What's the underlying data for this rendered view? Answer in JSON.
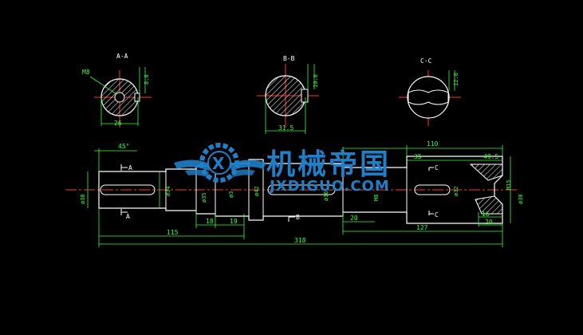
{
  "sections": {
    "aa": {
      "title": "A-A",
      "thread": "M8",
      "width_dim": "26",
      "key_dim": "8.0"
    },
    "bb": {
      "title": "B-B",
      "width_dim": "31.5",
      "key_dim": "10.0"
    },
    "cc": {
      "title": "C-C",
      "key_dim": "12.0"
    }
  },
  "shaft": {
    "chamfer": "45°",
    "left_dims": {
      "d30": "ø30",
      "d34": "ø34",
      "d35": "ø35",
      "d3x": "ø3",
      "d42": "ø42",
      "d36": "ø36"
    },
    "right_dims": {
      "m8": "M8",
      "d32": "ø32",
      "d30": "ø30",
      "m15": "M15"
    },
    "len_18": "18",
    "len_19": "19",
    "len_115": "115",
    "len_318": "318",
    "len_110": "110",
    "len_35": "35",
    "len_49_5": "49.5",
    "len_20a": "20",
    "len_127": "127",
    "len_16": "16",
    "len_20b": "20",
    "section_marks": {
      "a_top": "A",
      "a_bot": "A",
      "b_bot": "B",
      "c_top": "C",
      "c_bot": "C"
    }
  },
  "watermark": {
    "name_cn": "机械帝国",
    "url": "JXDIGUO.COM"
  },
  "colors": {
    "background": "#000000",
    "outline": "#ffffff",
    "dimension": "#33ff33",
    "centerline": "#ff3333",
    "hatch": "#ffffff",
    "logo": "#1f7fc8"
  }
}
